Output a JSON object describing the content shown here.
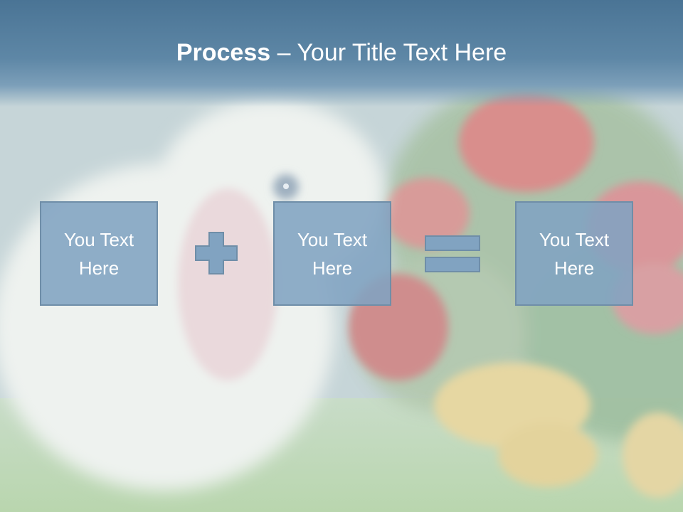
{
  "slide": {
    "title_bold": "Process",
    "title_rest": " – Your Title Text Here"
  },
  "process": {
    "boxes": [
      {
        "text": "You Text\nHere"
      },
      {
        "text": "You Text\nHere"
      },
      {
        "text": "You Text\nHere"
      }
    ],
    "operators": [
      "plus",
      "equals"
    ]
  },
  "colors": {
    "title_band": "#4a7495",
    "box_fill": "#81a3c1",
    "box_border": "#6f8ea8",
    "text": "#ffffff"
  }
}
